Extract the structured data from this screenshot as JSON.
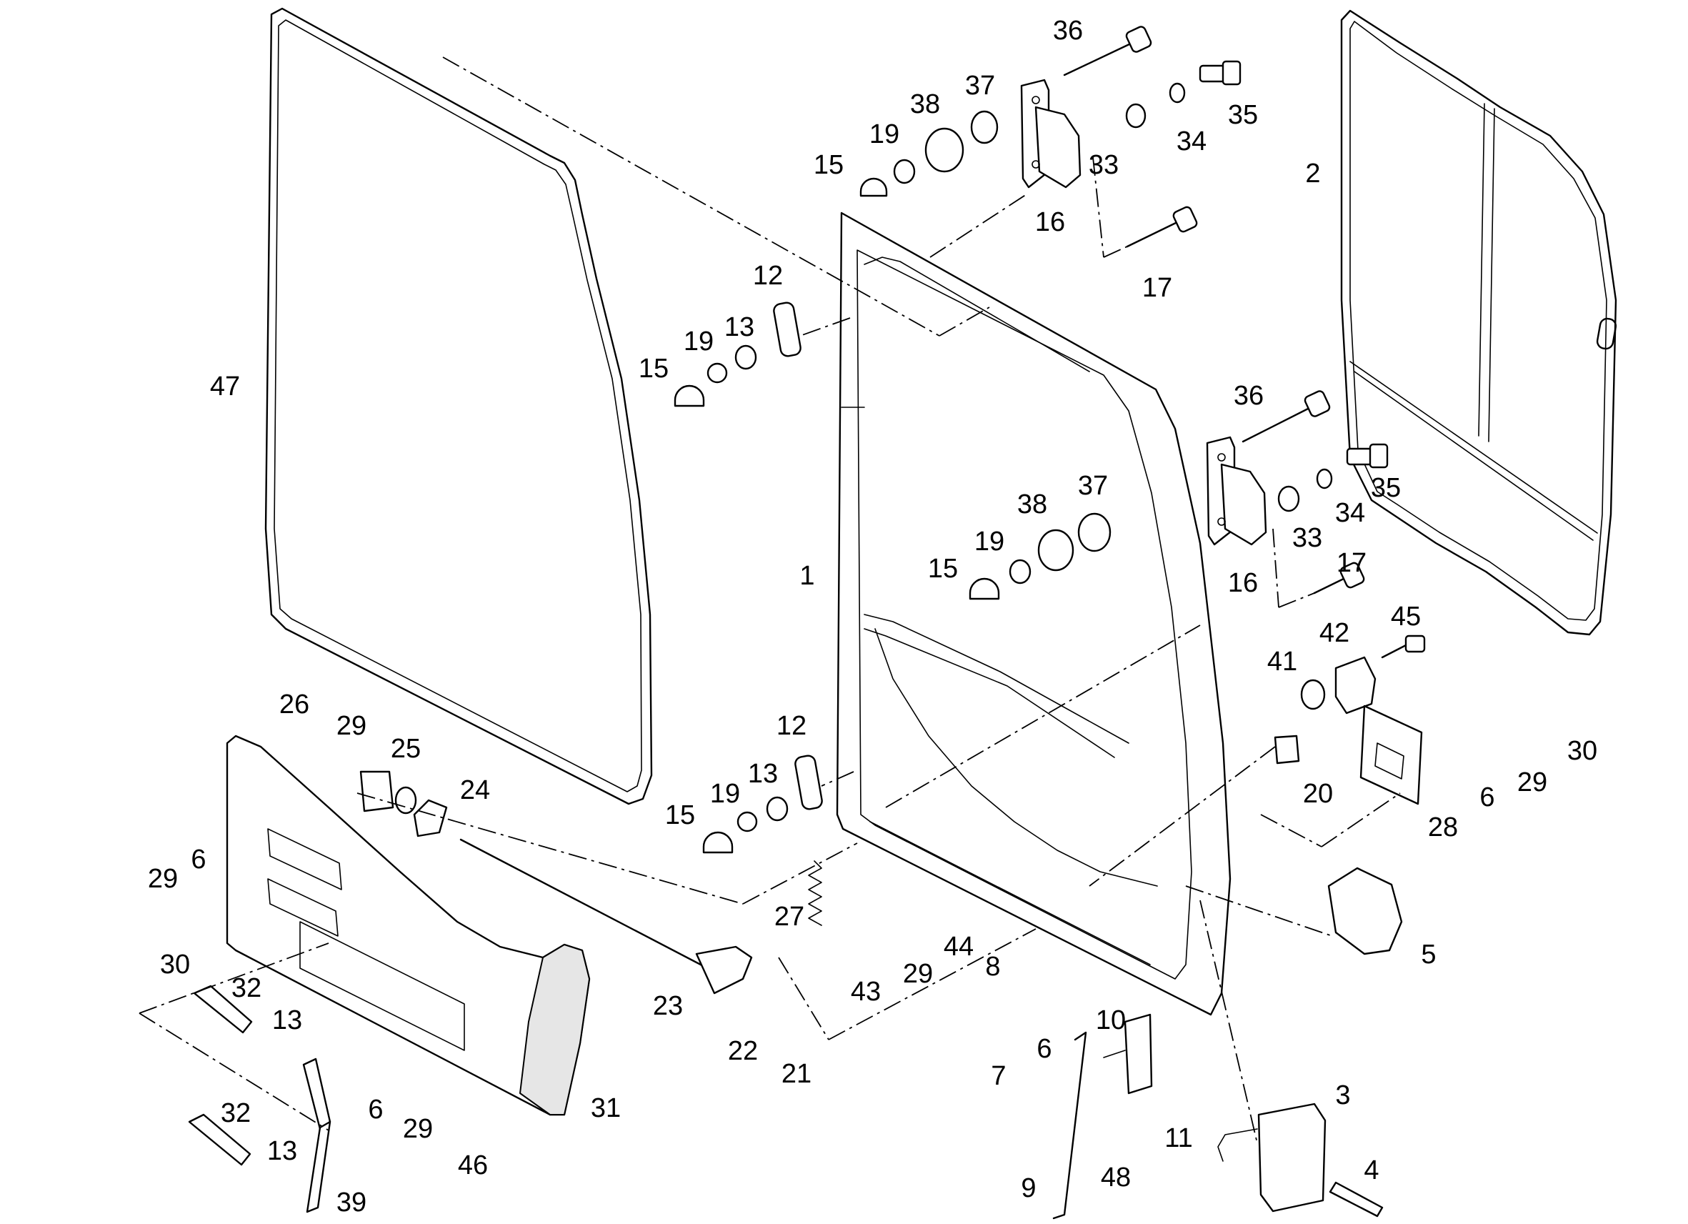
{
  "callouts": [
    {
      "label": "1"
    },
    {
      "label": "2"
    },
    {
      "label": "3"
    },
    {
      "label": "4"
    },
    {
      "label": "5"
    },
    {
      "label": "6"
    },
    {
      "label": "6"
    },
    {
      "label": "6"
    },
    {
      "label": "6"
    },
    {
      "label": "7"
    },
    {
      "label": "8"
    },
    {
      "label": "9"
    },
    {
      "label": "10"
    },
    {
      "label": "11"
    },
    {
      "label": "12"
    },
    {
      "label": "12"
    },
    {
      "label": "13"
    },
    {
      "label": "13"
    },
    {
      "label": "13"
    },
    {
      "label": "13"
    },
    {
      "label": "15"
    },
    {
      "label": "15"
    },
    {
      "label": "15"
    },
    {
      "label": "15"
    },
    {
      "label": "16"
    },
    {
      "label": "16"
    },
    {
      "label": "17"
    },
    {
      "label": "17"
    },
    {
      "label": "19"
    },
    {
      "label": "19"
    },
    {
      "label": "19"
    },
    {
      "label": "19"
    },
    {
      "label": "20"
    },
    {
      "label": "21"
    },
    {
      "label": "22"
    },
    {
      "label": "23"
    },
    {
      "label": "24"
    },
    {
      "label": "25"
    },
    {
      "label": "26"
    },
    {
      "label": "27"
    },
    {
      "label": "28"
    },
    {
      "label": "29"
    },
    {
      "label": "29"
    },
    {
      "label": "29"
    },
    {
      "label": "29"
    },
    {
      "label": "29"
    },
    {
      "label": "30"
    },
    {
      "label": "30"
    },
    {
      "label": "31"
    },
    {
      "label": "32"
    },
    {
      "label": "32"
    },
    {
      "label": "33"
    },
    {
      "label": "33"
    },
    {
      "label": "34"
    },
    {
      "label": "34"
    },
    {
      "label": "35"
    },
    {
      "label": "35"
    },
    {
      "label": "36"
    },
    {
      "label": "36"
    },
    {
      "label": "37"
    },
    {
      "label": "37"
    },
    {
      "label": "38"
    },
    {
      "label": "38"
    },
    {
      "label": "39"
    },
    {
      "label": "41"
    },
    {
      "label": "42"
    },
    {
      "label": "43"
    },
    {
      "label": "44"
    },
    {
      "label": "45"
    },
    {
      "label": "46"
    },
    {
      "label": "47"
    },
    {
      "label": "48"
    }
  ]
}
